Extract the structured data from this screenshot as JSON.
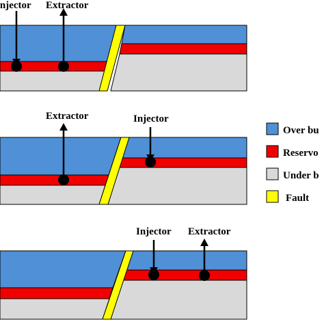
{
  "colors": {
    "overburden": "#4f90d6",
    "reservoir": "#f00000",
    "underburden": "#d9d9d9",
    "fault": "#ffff00",
    "outline": "#000000"
  },
  "panels": [
    {
      "wells": [
        {
          "label": "Injector",
          "type": "injector",
          "side": "left"
        },
        {
          "label": "Extractor",
          "type": "extractor",
          "side": "left"
        }
      ]
    },
    {
      "wells": [
        {
          "label": "Extractor",
          "type": "extractor",
          "side": "left"
        },
        {
          "label": "Injector",
          "type": "injector",
          "side": "right"
        }
      ]
    },
    {
      "wells": [
        {
          "label": "Injector",
          "type": "injector",
          "side": "right"
        },
        {
          "label": "Extractor",
          "type": "extractor",
          "side": "right"
        }
      ]
    }
  ],
  "legend": [
    {
      "label": "Over bu",
      "color_key": "overburden"
    },
    {
      "label": "Reservo",
      "color_key": "reservoir"
    },
    {
      "label": "Under b",
      "color_key": "underburden"
    },
    {
      "label": "Fault",
      "color_key": "fault"
    }
  ]
}
